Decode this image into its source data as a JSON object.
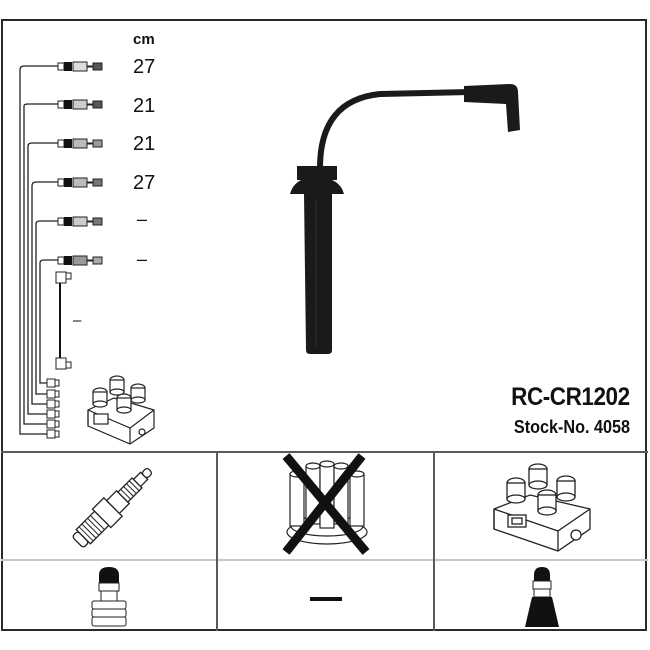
{
  "header": {
    "unit_label": "cm"
  },
  "cable_lengths": [
    {
      "index": 1,
      "value": "27"
    },
    {
      "index": 2,
      "value": "21"
    },
    {
      "index": 3,
      "value": "21"
    },
    {
      "index": 4,
      "value": "27"
    },
    {
      "index": 5,
      "value": "–"
    },
    {
      "index": 6,
      "value": "–"
    },
    {
      "index": 7,
      "value": "–"
    }
  ],
  "product": {
    "code": "RC-CR1202",
    "stock_number": "Stock-No. 4058"
  },
  "compatibility_grid": {
    "row1": [
      {
        "item": "spark-plug",
        "crossed": false
      },
      {
        "item": "distributor-cap",
        "crossed": true
      },
      {
        "item": "ignition-coil",
        "crossed": false
      }
    ],
    "row2": [
      {
        "item": "spark-plug-boot-straight",
        "value": ""
      },
      {
        "item": "none",
        "value": "—"
      },
      {
        "item": "coil-boot-tapered",
        "value": ""
      }
    ]
  },
  "colors": {
    "line": "#2a2a2a",
    "divider": "#5a5a5a",
    "light_divider": "#c8c8c8",
    "cable": "#1a1a1a"
  }
}
